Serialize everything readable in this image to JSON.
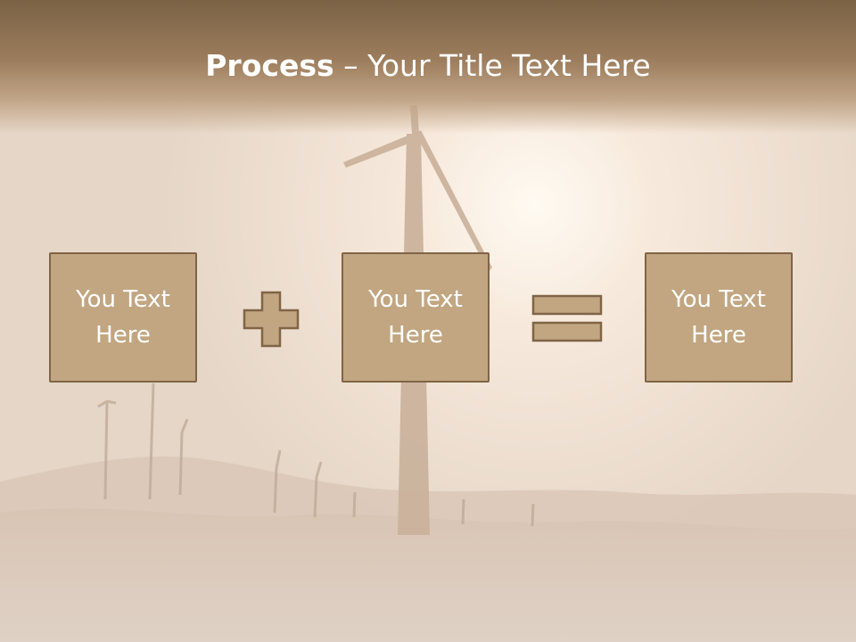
{
  "slide": {
    "title_bold": "Process",
    "title_rest": " – Your Title Text Here"
  },
  "process": {
    "boxes": [
      {
        "text": "You Text Here"
      },
      {
        "text": "You Text Here"
      },
      {
        "text": "You Text Here"
      }
    ],
    "operators": [
      "plus-icon",
      "equals-icon"
    ]
  },
  "colors": {
    "title_band": "#9c7d5d",
    "box_fill": "#c1a681",
    "box_border": "#806446",
    "text": "#ffffff"
  }
}
